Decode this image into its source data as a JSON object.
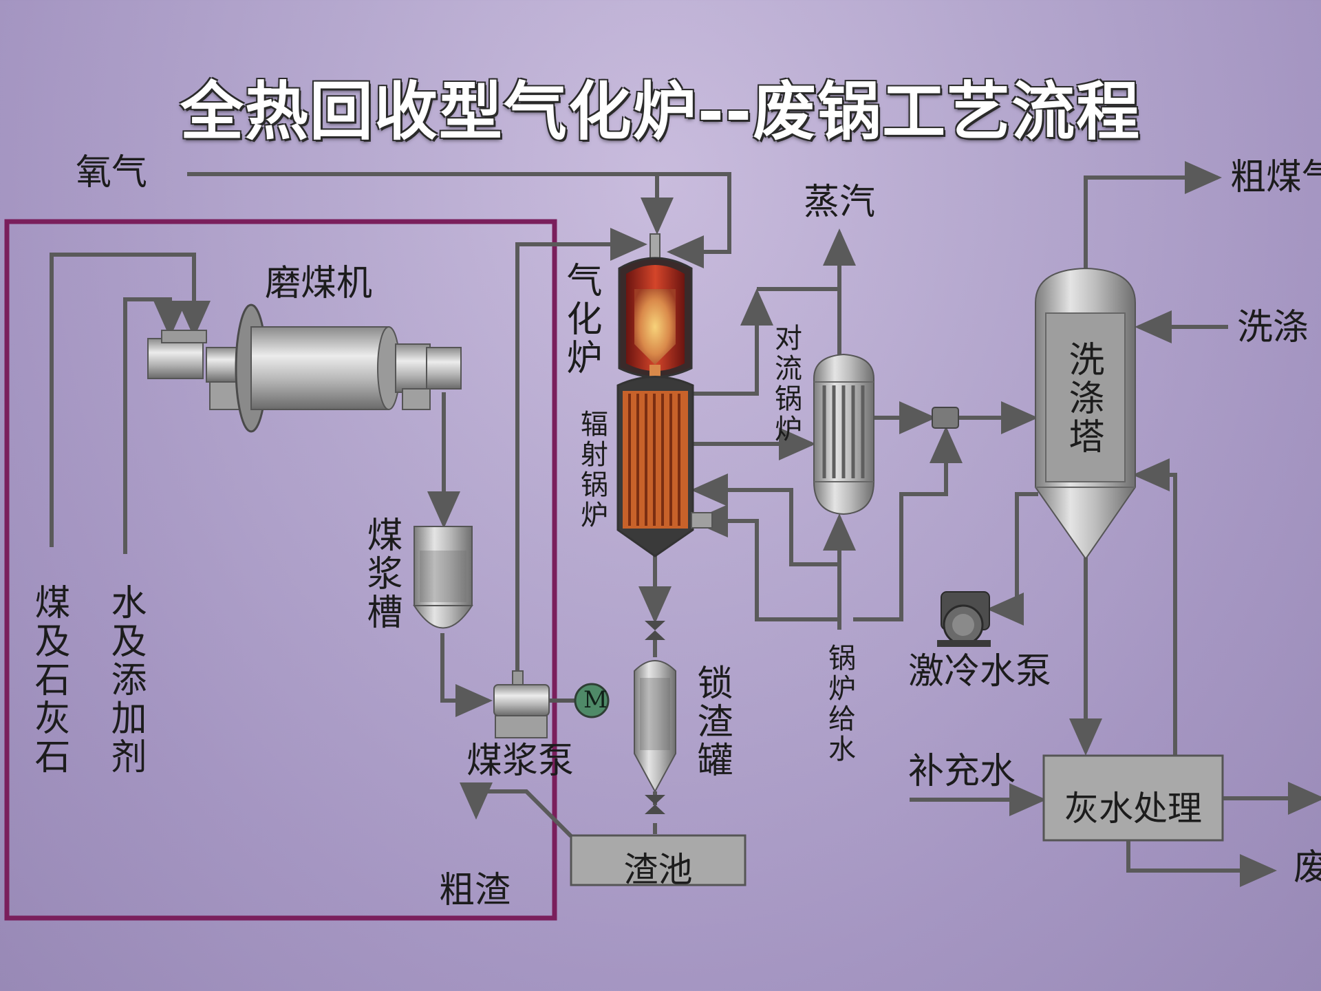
{
  "title": "全热回收型气化炉--废锅工艺流程",
  "labels": {
    "oxygen": "氧气",
    "coal_mill": "磨煤机",
    "coal_limestone": "煤及石灰石",
    "water_additive": "水及添加剂",
    "slurry_tank": "煤浆槽",
    "slurry_pump": "煤浆泵",
    "motor": "M",
    "coarse_slag": "粗渣",
    "slag_pool": "渣池",
    "gasifier": "气化炉",
    "radiant_boiler": "辐射锅炉",
    "convection_boiler": "对流锅炉",
    "steam": "蒸汽",
    "lock_hopper": "锁渣罐",
    "boiler_feedwater": "锅炉给水",
    "quench_pump": "激冷水泵",
    "scrubber": "洗涤塔",
    "raw_gas": "粗煤气",
    "wash_water": "洗涤",
    "makeup_water": "补充水",
    "grey_water": "灰水处理",
    "waste": "废"
  },
  "colors": {
    "pipe": "#5a5a5a",
    "highlight_frame": "#7a1f5c",
    "gasifier_hot": "#c23b22",
    "radiant_tubes": "#c8622a",
    "metal": "#b8b8b8"
  }
}
